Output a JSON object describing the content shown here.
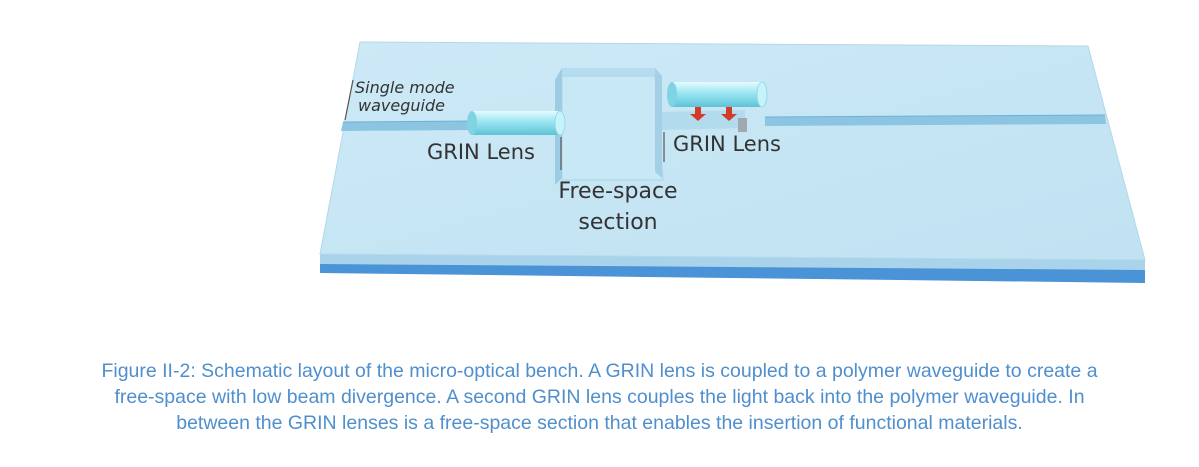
{
  "diagram": {
    "labels": {
      "single_mode_line1": "Single mode",
      "single_mode_line2": "waveguide",
      "grin_lens_left": "GRIN Lens",
      "grin_lens_right": "GRIN Lens",
      "free_space_line1": "Free-space",
      "free_space_line2": "section"
    },
    "colors": {
      "bench_top": "#c6e6f4",
      "bench_side": "#a8d2e8",
      "substrate": "#4a93d6",
      "lens": "#8fe0ee",
      "arrow": "#d23a2a",
      "caption": "#4f8fcd"
    }
  },
  "caption": {
    "line1": "Figure II-2: Schematic layout of the micro-optical bench. A GRIN lens is coupled to a polymer waveguide to create a",
    "line2": "free-space with low beam divergence. A second GRIN lens couples the light back into the polymer waveguide. In",
    "line3": "between the GRIN lenses is a free-space section that enables the insertion of functional materials."
  }
}
